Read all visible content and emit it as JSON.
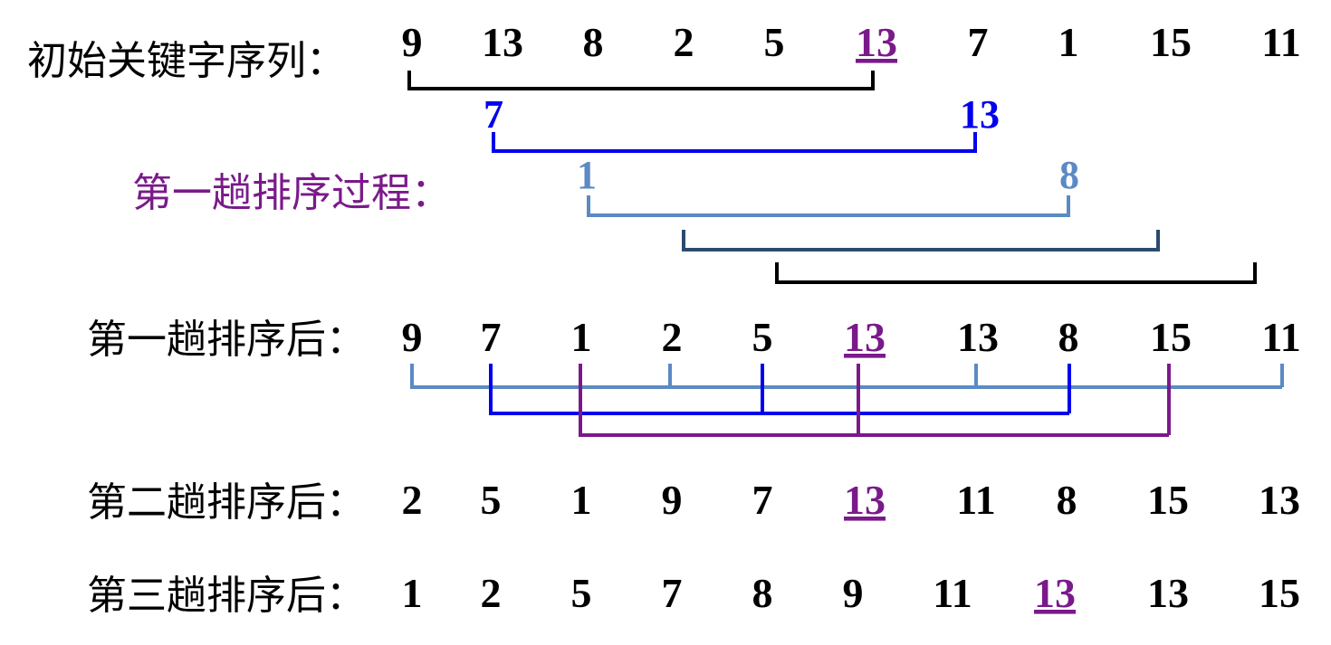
{
  "labels": {
    "initial": "初始关键字序列：",
    "process": "第一趟排序过程：",
    "pass1": "第一趟排序后：",
    "pass2": "第二趟排序后：",
    "pass3": "第三趟排序后："
  },
  "rows": {
    "initial": [
      "9",
      "13",
      "8",
      "2",
      "5",
      "13",
      "7",
      "1",
      "15",
      "11"
    ],
    "pass1": [
      "9",
      "7",
      "1",
      "2",
      "5",
      "13",
      "13",
      "8",
      "15",
      "11"
    ],
    "pass2": [
      "2",
      "5",
      "1",
      "9",
      "7",
      "13",
      "11",
      "8",
      "15",
      "13"
    ],
    "pass3": [
      "1",
      "2",
      "5",
      "7",
      "8",
      "9",
      "11",
      "13",
      "13",
      "15"
    ]
  },
  "highlight_index": {
    "initial": 5,
    "pass1": 5,
    "pass2": 5,
    "pass3": 7
  },
  "process_values": {
    "swap1_left": "7",
    "swap1_right": "13",
    "swap2_left": "1",
    "swap2_right": "8"
  },
  "colors": {
    "highlight": "#7a1a8a",
    "blue": "#0000ee",
    "steel_blue": "#5b8ac4",
    "navy": "#2b4a6f",
    "black": "#000000"
  }
}
